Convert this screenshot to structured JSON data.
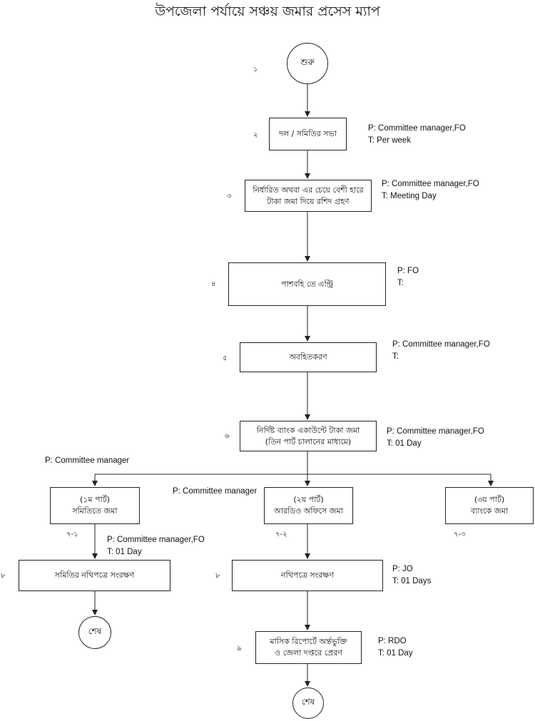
{
  "title": "উপজেলা পর্যায়ে সঞ্চয় জমার প্রসেস ম্যাপ",
  "start_label": "শুরু",
  "end_label": "শেষ",
  "steps": {
    "s1": {
      "num": "১"
    },
    "s2": {
      "num": "২",
      "lines": [
        "দল / সমিতির সভা"
      ],
      "p": "P:  Committee manager,FO",
      "t": "T:  Per week"
    },
    "s3": {
      "num": "৩",
      "lines": [
        "নির্ধারিত অথবা এর চেয়ে বেশী হারে",
        "টাকা জমা দিয়ে রশিদ গ্রহণ"
      ],
      "p": "P:  Committee manager,FO",
      "t": "T:  Meeting Day"
    },
    "s4": {
      "num": "৪",
      "lines": [
        "পাশবহি তে এন্ট্রি"
      ],
      "p": "P:  FO",
      "t": "T:"
    },
    "s5": {
      "num": "৫",
      "lines": [
        "অবহিতকরণ"
      ],
      "p": "P:  Committee manager,FO",
      "t": "T:"
    },
    "s6": {
      "num": "৬",
      "lines": [
        "নির্দিষ্ট ব্যাংক একাউন্টে টাকা জমা",
        "(তিন পার্ট চালানের মাধ্যমে)"
      ],
      "p": "P:  Committee manager,FO",
      "t": "T:  01 Day"
    },
    "s7_1": {
      "num": "৭-১",
      "lines": [
        "(১ম পার্ট)",
        "সমিতিতে জমা"
      ],
      "p": "P:  Committee manager",
      "p2": "P:  Committee manager,FO",
      "t2": "T:  01 Day"
    },
    "s7_2": {
      "num": "৭-২",
      "lines": [
        "(২য় পার্ট)",
        "আরডিও অফিসে জমা"
      ],
      "p": "P:  Committee manager"
    },
    "s7_3": {
      "num": "৭-৩",
      "lines": [
        "(৩য় পার্ট)",
        "ব্যাংকে জমা"
      ]
    },
    "s8a": {
      "num": "৮",
      "lines": [
        "সমিতির নথিপত্রে সংরক্ষণ"
      ]
    },
    "s8b": {
      "num": "৮",
      "lines": [
        "নথিপত্রে সংরক্ষণ"
      ],
      "p": "P:  JO",
      "t": "T:  01 Days"
    },
    "s9": {
      "num": "৯",
      "lines": [
        "মাসিক রিপোর্টে অর্ন্তভুক্তি",
        "ও জেলা দপ্তরে প্রেরণ"
      ],
      "p": "P:  RDO",
      "t": "T:  01 Day"
    }
  }
}
